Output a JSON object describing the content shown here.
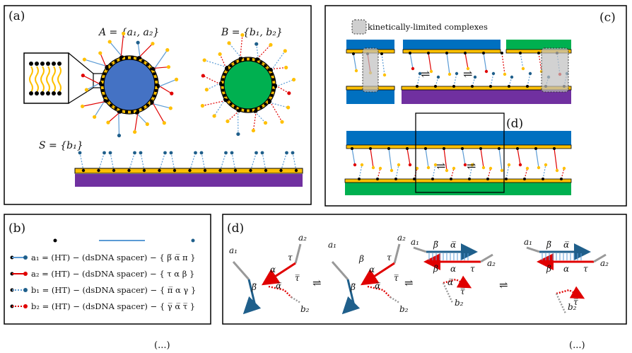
{
  "panel_a": {
    "tag": "(a)",
    "set_a": "A = {a₁, a₂}",
    "set_b": "B = {b₁, b₂}",
    "set_s": "S = {b₁}"
  },
  "panel_b": {
    "tag": "(b)",
    "rows": [
      "a₁ = (HT) − (dsDNA spacer) − { β̅ α̅ π }",
      "a₂ = (HT) − (dsDNA spacer) − { τ α β }",
      "b₁ = (HT) − (dsDNA spacer) − { π̅ α γ }",
      "b₂ = (HT) − (dsDNA spacer) − { γ̅ α̅ τ̅ }"
    ]
  },
  "panel_c": {
    "tag": "(c)",
    "legend": "kinetically-limited complexes",
    "inset_tag": "(d)",
    "equilibrium": "⇌"
  },
  "panel_d": {
    "tag": "(d)",
    "a1": "a₁",
    "a2": "a₂",
    "b2": "b₂",
    "alpha": "α",
    "alpha_bar": "α̅",
    "beta": "β",
    "beta_bar": "β̅",
    "tau": "τ",
    "tau_bar": "τ̅",
    "equilibrium": "⇌"
  },
  "colors": {
    "blue": "#0070c0",
    "green": "#00b050",
    "purple": "#7030a0",
    "gold": "#ffc000",
    "particle_blue": "#4472c4",
    "red": "#e00000",
    "linker_blue": "#5b9bd5",
    "dark_teal": "#1f5f8b",
    "gray": "#999999"
  },
  "caption_left": "(...)",
  "caption_right": "(...)"
}
